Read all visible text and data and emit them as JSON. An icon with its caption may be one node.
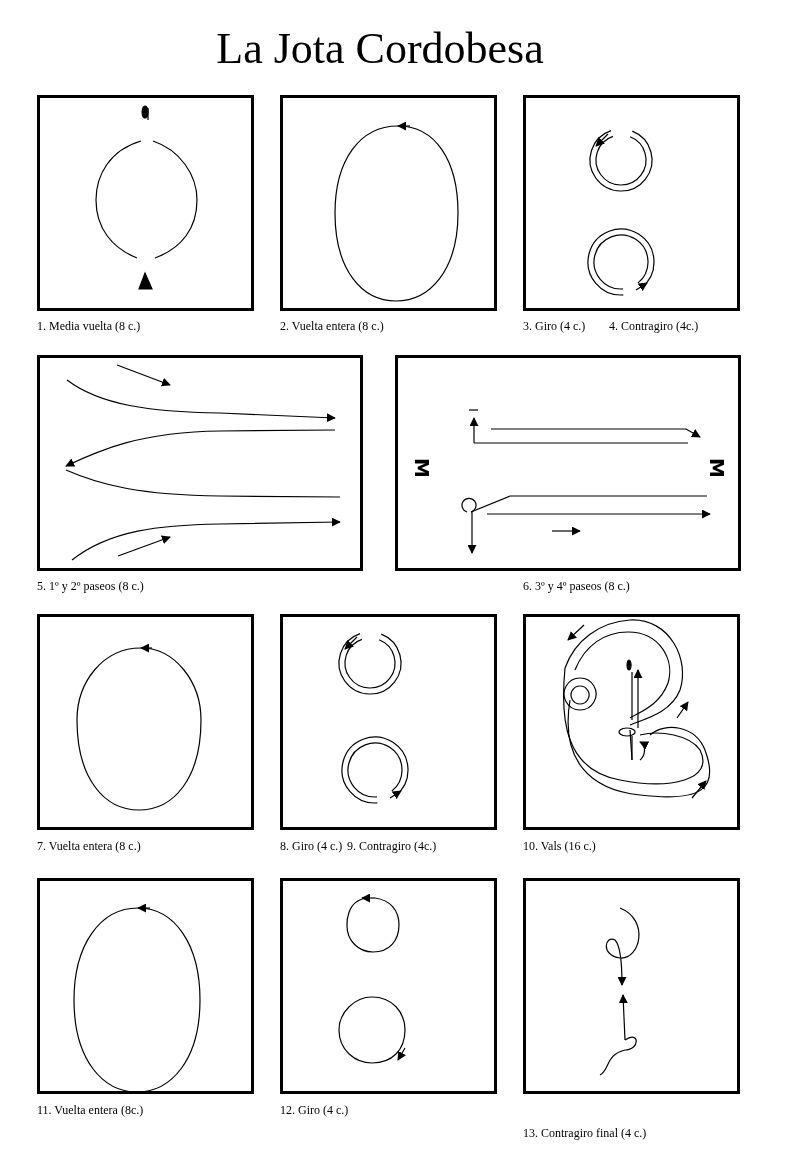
{
  "diagram": {
    "title": "La Jota Cordobesa",
    "nodes": [
      {
        "text": [],
        "shape": "box",
        "beside": [
          "1. Media vuelta  (8 c.)"
        ]
      },
      {
        "text": [],
        "shape": "box",
        "beside": [
          "2. Vuelta entera (8 c.)"
        ]
      },
      {
        "text": [],
        "shape": "box",
        "beside": [
          "3. Giro (4 c.)",
          "4. Contragiro (4c.)"
        ]
      },
      {
        "text": [],
        "shape": "box",
        "beside": [
          "5. 1º y 2º paseos (8 c.)"
        ]
      },
      {
        "text": [],
        "shape": "box",
        "beside": [
          "6. 3º y 4º paseos (8 c.)"
        ]
      },
      {
        "text": [],
        "shape": "box",
        "beside": [
          "7. Vuelta entera (8 c.)"
        ]
      },
      {
        "text": [],
        "shape": "box",
        "beside": [
          "8. Giro (4 c.)",
          "9. Contragiro (4c.)"
        ]
      },
      {
        "text": [],
        "shape": "box",
        "beside": [
          "10. Vals (16 c.)"
        ]
      },
      {
        "text": [],
        "shape": "box",
        "beside": [
          "11. Vuelta entera (8c.)"
        ]
      },
      {
        "text": [],
        "shape": "box",
        "beside": [
          "12. Giro  (4 c.)"
        ]
      },
      {
        "text": [],
        "shape": "box",
        "beside": [
          "13. Contragiro final (4 c.)"
        ]
      }
    ],
    "labels": [
      "M",
      "M"
    ]
  }
}
